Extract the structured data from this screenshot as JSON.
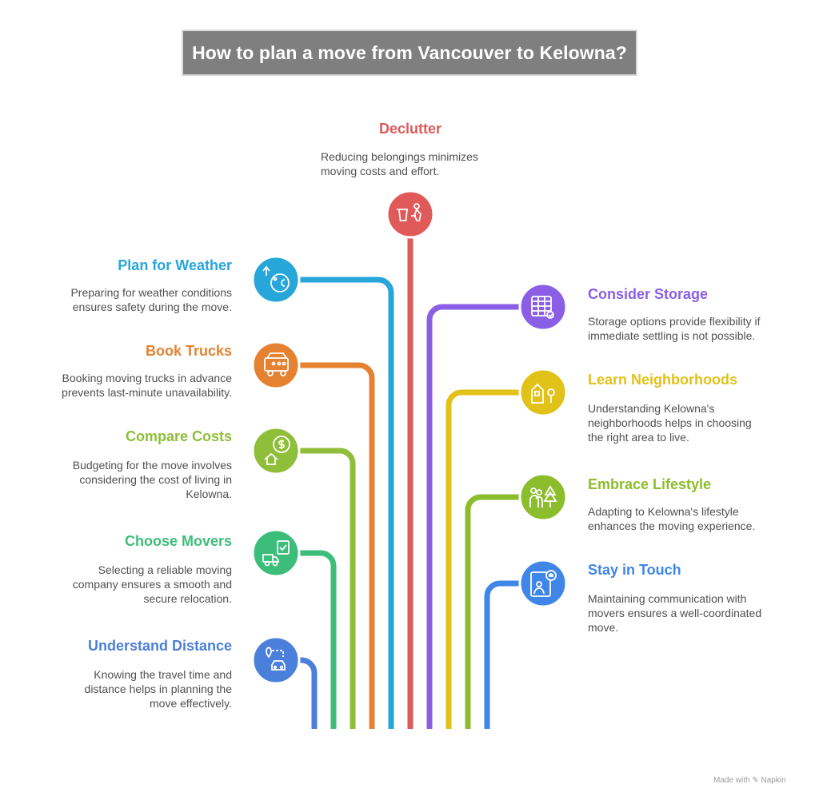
{
  "title": "How to plan a move from Vancouver to Kelowna?",
  "footer": "Made with ✎ Napkin",
  "items": {
    "declutter": {
      "heading": "Declutter",
      "desc_lines": [
        "Reducing belongings minimizes",
        "moving costs and effort."
      ],
      "color": "#e05a5a",
      "icon": "trash-person-icon"
    },
    "weather": {
      "heading": "Plan for Weather",
      "desc_lines": [
        "Preparing for weather conditions",
        "ensures safety during the move."
      ],
      "color": "#27a6da",
      "icon": "thermometer-celsius-icon"
    },
    "trucks": {
      "heading": "Book Trucks",
      "desc_lines": [
        "Booking moving trucks in advance",
        "prevents last-minute unavailability."
      ],
      "color": "#e58231",
      "icon": "truck-icon"
    },
    "costs": {
      "heading": "Compare Costs",
      "desc_lines": [
        "Budgeting for the move involves",
        "considering the cost of living in",
        "Kelowna."
      ],
      "color": "#8fbe3a",
      "icon": "dollar-house-icon"
    },
    "movers": {
      "heading": "Choose Movers",
      "desc_lines": [
        "Selecting a reliable moving",
        "company ensures a smooth and",
        "secure relocation."
      ],
      "color": "#3dbd7a",
      "icon": "checklist-truck-icon"
    },
    "distance": {
      "heading": "Understand Distance",
      "desc_lines": [
        "Knowing the travel time and",
        "distance helps in planning the",
        "move effectively."
      ],
      "color": "#4b7fdc",
      "icon": "map-route-car-icon"
    },
    "storage": {
      "heading": "Consider Storage",
      "desc_lines": [
        "Storage options provide flexibility if",
        "immediate settling is not possible."
      ],
      "color": "#8a5fe6",
      "icon": "storage-calendar-icon"
    },
    "neighborhoods": {
      "heading": "Learn Neighborhoods",
      "desc_lines": [
        "Understanding Kelowna's",
        "neighborhoods helps in choosing",
        "the right area to live."
      ],
      "color": "#e2c119",
      "icon": "house-tree-icon"
    },
    "lifestyle": {
      "heading": "Embrace Lifestyle",
      "desc_lines": [
        "Adapting to Kelowna's lifestyle",
        "enhances the moving experience."
      ],
      "color": "#8cbd2c",
      "icon": "people-tree-icon"
    },
    "touch": {
      "heading": "Stay in Touch",
      "desc_lines": [
        "Maintaining communication with",
        "movers ensures a well-coordinated",
        "move."
      ],
      "color": "#3f86e8",
      "icon": "person-chat-icon"
    }
  }
}
